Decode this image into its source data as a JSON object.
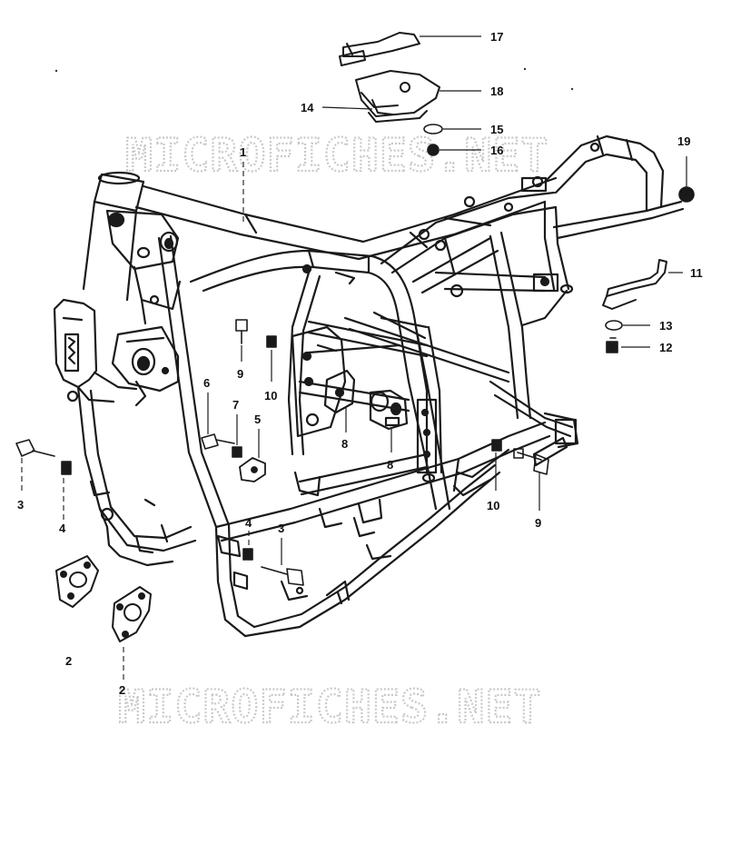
{
  "watermark": {
    "top": "MICROFICHES.NET",
    "bottom": "MICROFICHES.NET"
  },
  "callouts": [
    {
      "id": "c17",
      "text": "17"
    },
    {
      "id": "c18",
      "text": "18"
    },
    {
      "id": "c14",
      "text": "14"
    },
    {
      "id": "c15",
      "text": "15"
    },
    {
      "id": "c16",
      "text": "16"
    },
    {
      "id": "c19",
      "text": "19"
    },
    {
      "id": "c1",
      "text": "1"
    },
    {
      "id": "c11",
      "text": "11"
    },
    {
      "id": "c13",
      "text": "13"
    },
    {
      "id": "c12",
      "text": "12"
    },
    {
      "id": "c9a",
      "text": "9"
    },
    {
      "id": "c10a",
      "text": "10"
    },
    {
      "id": "c6",
      "text": "6"
    },
    {
      "id": "c7",
      "text": "7"
    },
    {
      "id": "c5",
      "text": "5"
    },
    {
      "id": "c8a",
      "text": "8"
    },
    {
      "id": "c8b",
      "text": "8"
    },
    {
      "id": "c10b",
      "text": "10"
    },
    {
      "id": "c9b",
      "text": "9"
    },
    {
      "id": "c3a",
      "text": "3"
    },
    {
      "id": "c4a",
      "text": "4"
    },
    {
      "id": "c4b",
      "text": "4"
    },
    {
      "id": "c3b",
      "text": "3"
    },
    {
      "id": "c2a",
      "text": "2"
    },
    {
      "id": "c2b",
      "text": "2"
    }
  ]
}
